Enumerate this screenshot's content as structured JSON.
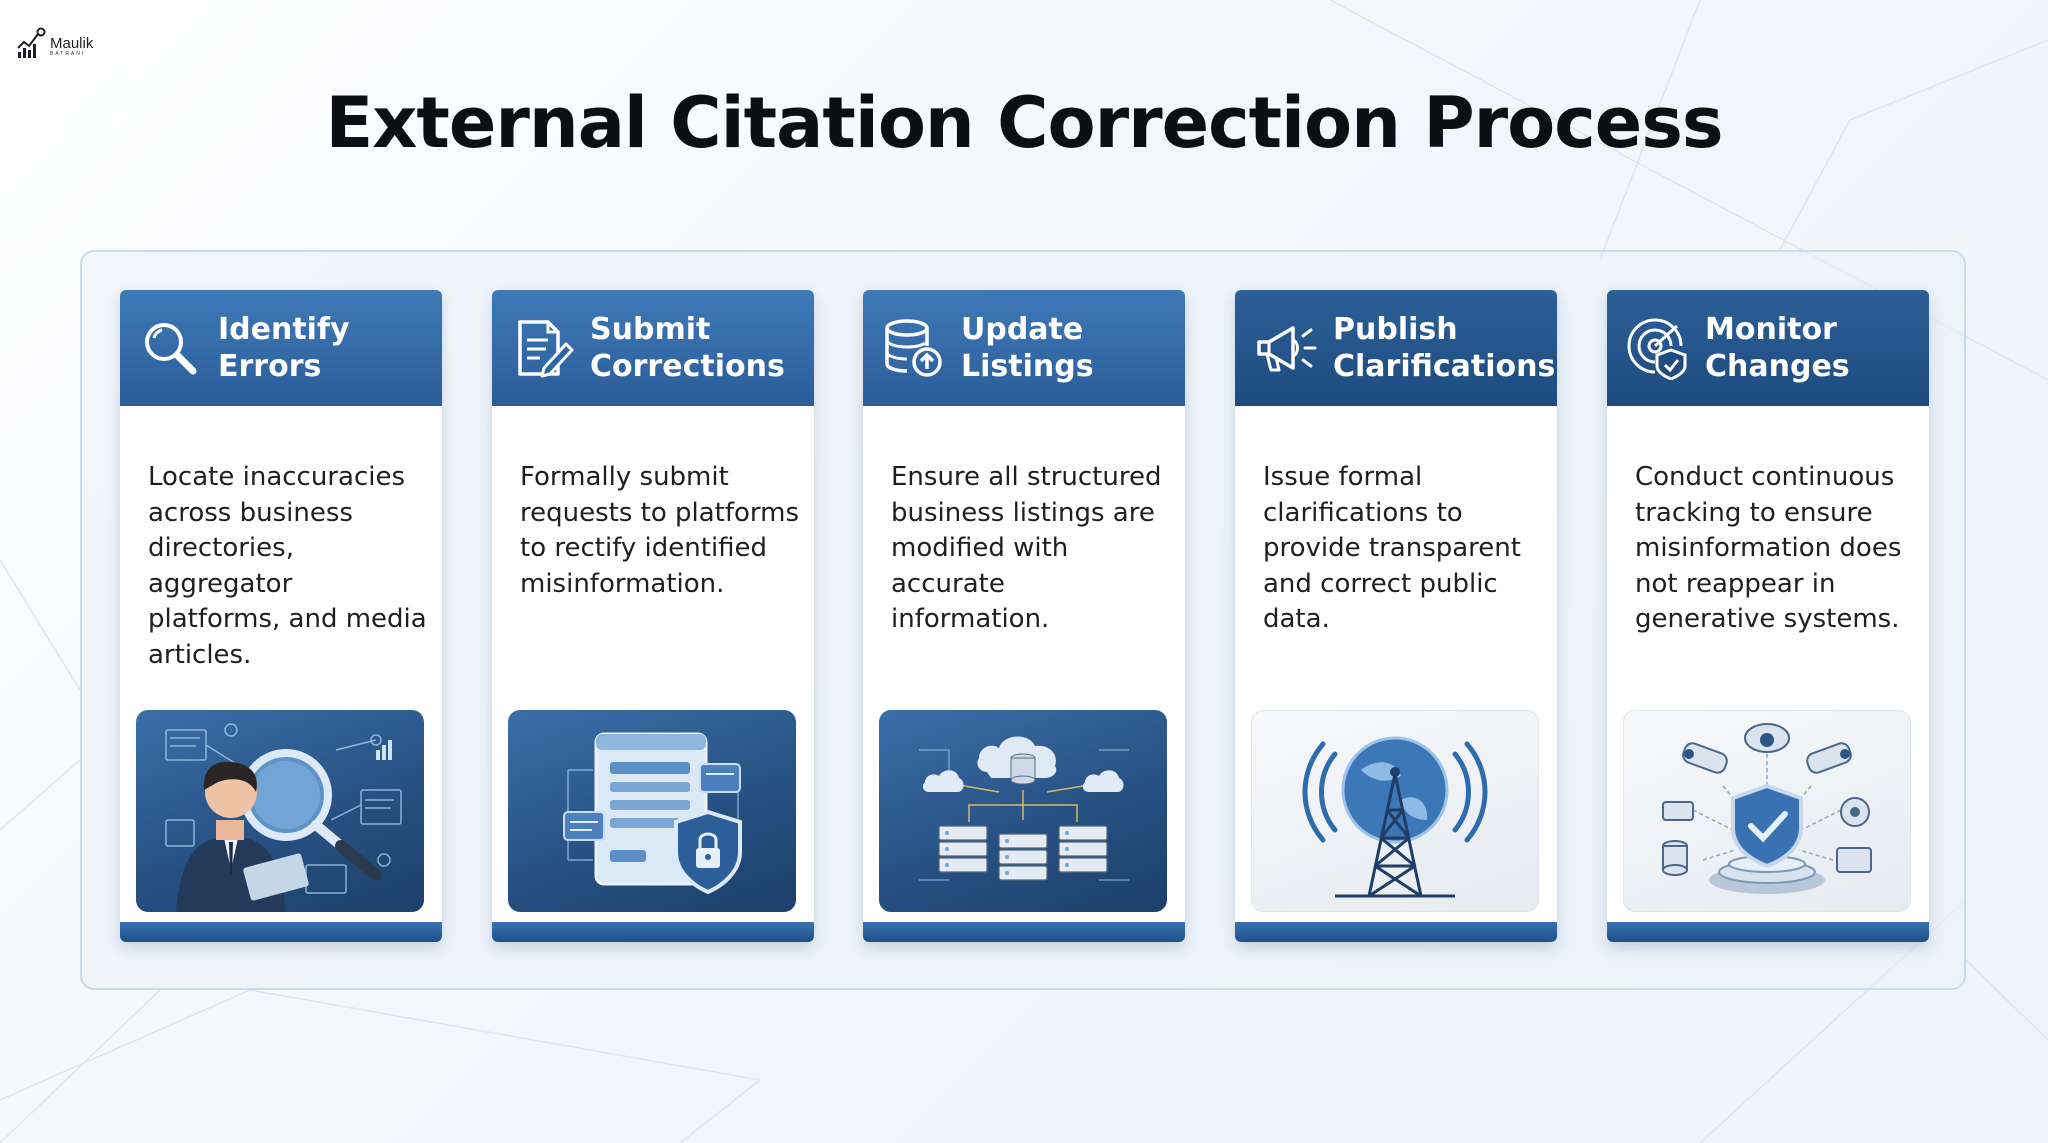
{
  "logo": {
    "name": "Maulik",
    "sub": "BATRANI"
  },
  "title": "External Citation Correction Process",
  "steps": [
    {
      "title_line1": "Identify",
      "title_line2": "Errors",
      "icon": "magnifier-icon",
      "description": "Locate inaccuracies across business directories, aggregator platforms, and media articles.",
      "illustration": "analyst-magnifier-illustration"
    },
    {
      "title_line1": "Submit",
      "title_line2": "Corrections",
      "icon": "document-pen-icon",
      "description": "Formally submit requests to platforms to rectify identified misinformation.",
      "illustration": "secure-document-illustration"
    },
    {
      "title_line1": "Update",
      "title_line2": "Listings",
      "icon": "database-upload-icon",
      "description": "Ensure all structured business listings are modified with accurate information.",
      "illustration": "cloud-servers-illustration"
    },
    {
      "title_line1": "Publish",
      "title_line2": "Clarifications",
      "icon": "megaphone-icon",
      "description": "Issue formal clarifications to provide transparent and correct public data.",
      "illustration": "broadcast-tower-illustration"
    },
    {
      "title_line1": "Monitor",
      "title_line2": "Changes",
      "icon": "radar-shield-icon",
      "description": "Conduct continuous tracking to ensure misinformation does not reappear in generative systems.",
      "illustration": "surveillance-shield-illustration"
    }
  ],
  "colors": {
    "header_blue": "#2f65a3",
    "header_dark": "#1f4b80",
    "panel_border": "#c7dbee"
  }
}
